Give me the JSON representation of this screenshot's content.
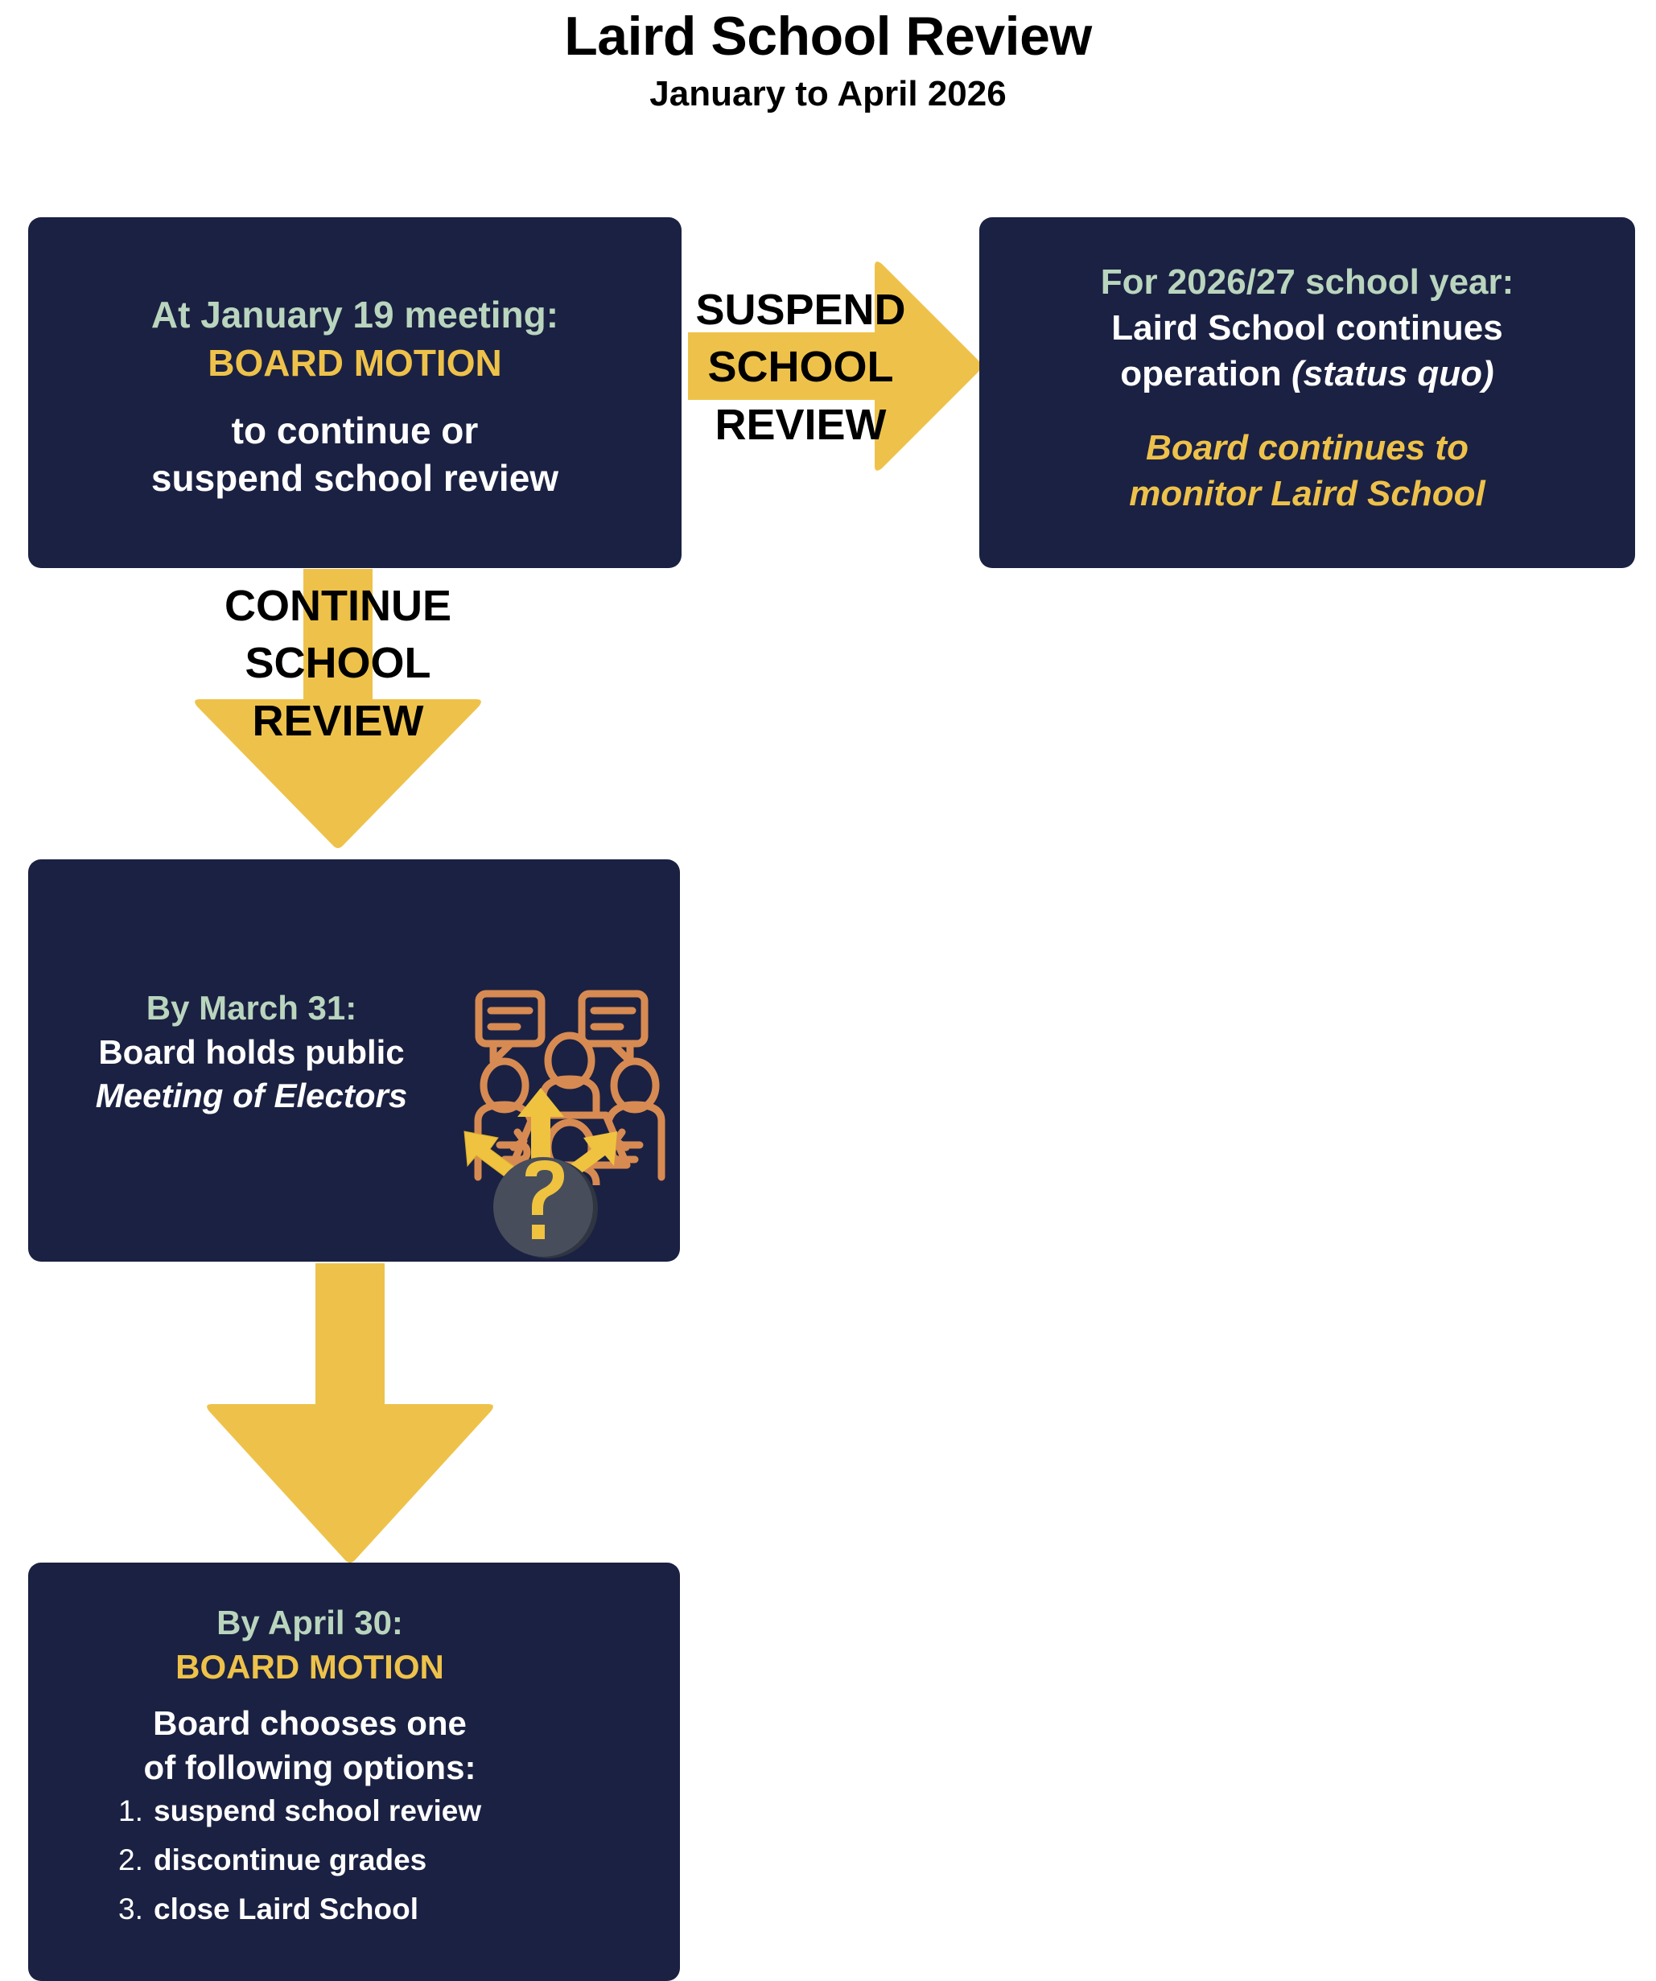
{
  "header": {
    "title": "Laird School Review",
    "subtitle": "January to April 2026"
  },
  "colors": {
    "card_bg": "#1b2142",
    "yellow": "#eec24a",
    "green": "#b9d5be",
    "white": "#ffffff",
    "icon_orange": "#d78b52",
    "black": "#000000",
    "page_bg": "#ffffff"
  },
  "cards": {
    "board_motion": {
      "line1": "At January 19 meeting:",
      "line2": "BOARD MOTION",
      "line3": "to continue or",
      "line4": "suspend school review"
    },
    "status_quo": {
      "line1": "For 2026/27 school year:",
      "line2": "Laird School continues",
      "line3_plain": "operation ",
      "line3_italic": "(status quo)",
      "line4": "Board continues to",
      "line5": "monitor Laird School"
    },
    "electors": {
      "line1": "By March 31:",
      "line2": "Board holds public",
      "line3": "Meeting of Electors",
      "icon": "meeting-of-electors-icon"
    },
    "options": {
      "line1": "By April 30:",
      "line2": "BOARD MOTION",
      "line3": "Board chooses one",
      "line4": "of following options:",
      "items": [
        {
          "num": "1.",
          "label": "suspend school review"
        },
        {
          "num": "2.",
          "label": "discontinue grades"
        },
        {
          "num": "3.",
          "label": "close Laird School"
        }
      ],
      "icon": "question-mark-decision-icon"
    }
  },
  "arrows": {
    "suspend": {
      "line1": "SUSPEND",
      "line2": "SCHOOL",
      "line3": "REVIEW",
      "direction": "right"
    },
    "continue": {
      "line1": "CONTINUE",
      "line2": "SCHOOL",
      "line3": "REVIEW",
      "direction": "down"
    },
    "second": {
      "direction": "down"
    }
  }
}
